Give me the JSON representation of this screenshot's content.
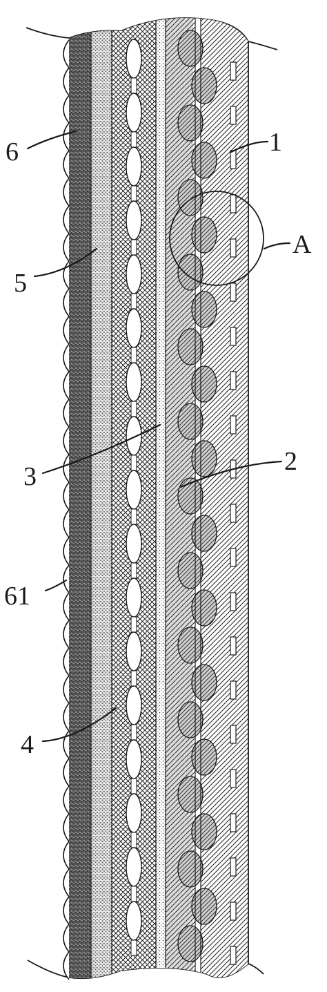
{
  "figure": {
    "labels": {
      "layer_1": "1",
      "layer_2": "2",
      "layer_3": "3",
      "layer_4": "4",
      "layer_5": "5",
      "layer_6": "6",
      "bump_61": "61",
      "detail_a": "A"
    },
    "colors": {
      "ink": "#1a1a1a",
      "background": "#ffffff"
    }
  }
}
